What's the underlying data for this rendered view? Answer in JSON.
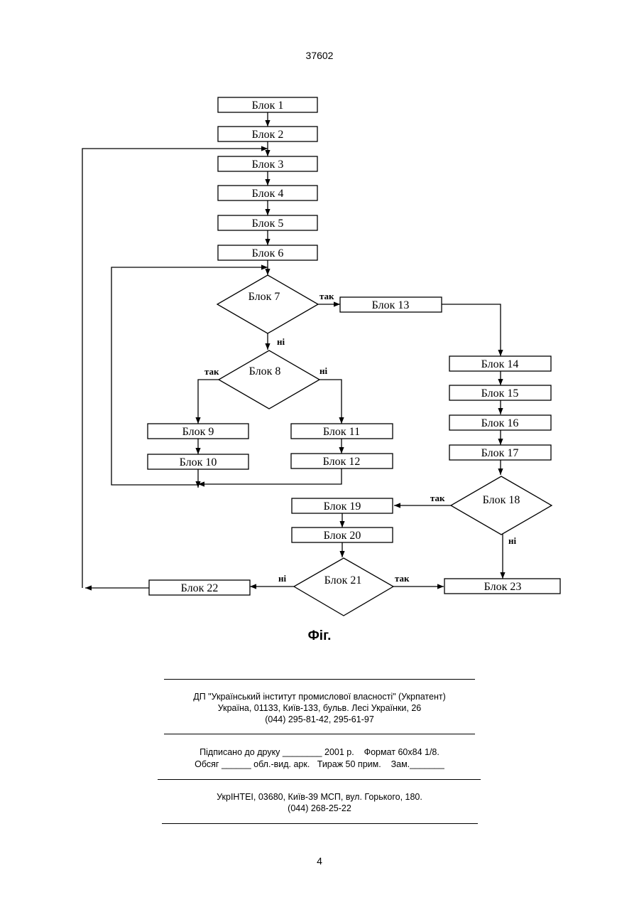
{
  "header": {
    "doc_number": "37602"
  },
  "flowchart": {
    "nodes": {
      "b1": "Блок 1",
      "b2": "Блок 2",
      "b3": "Блок 3",
      "b4": "Блок 4",
      "b5": "Блок 5",
      "b6": "Блок 6",
      "b7": "Блок 7",
      "b8": "Блок 8",
      "b9": "Блок 9",
      "b10": "Блок 10",
      "b11": "Блок 11",
      "b12": "Блок 12",
      "b13": "Блок 13",
      "b14": "Блок 14",
      "b15": "Блок 15",
      "b16": "Блок 16",
      "b17": "Блок 17",
      "b18": "Блок 18",
      "b19": "Блок 19",
      "b20": "Блок 20",
      "b21": "Блок 21",
      "b22": "Блок 22",
      "b23": "Блок 23"
    },
    "edge_labels": {
      "b7_yes": "так",
      "b7_no": "ні",
      "b8_yes": "так",
      "b8_no": "ні",
      "b18_yes": "так",
      "b18_no": "ні",
      "b21_yes": "так",
      "b21_no": "ні"
    }
  },
  "caption": "Фіг.",
  "imprint": {
    "org_line1": "ДП \"Український інститут промислової власності\" (Укрпатент)",
    "org_line2": "Україна, 01133, Київ-133, бульв. Лесі Українки, 26",
    "org_line3": "(044) 295-81-42, 295-61-97",
    "print_line1": "Підписано до друку ________ 2001 р.    Формат 60х84 1/8.",
    "print_line2": "Обсяг ______ обл.-вид. арк.   Тираж 50 прим.    Зам._______",
    "printer_line1": "УкрІНТЕІ, 03680, Київ-39 МСП, вул. Горького, 180.",
    "printer_line2": "(044) 268-25-22"
  },
  "footer": {
    "page_number": "4"
  }
}
